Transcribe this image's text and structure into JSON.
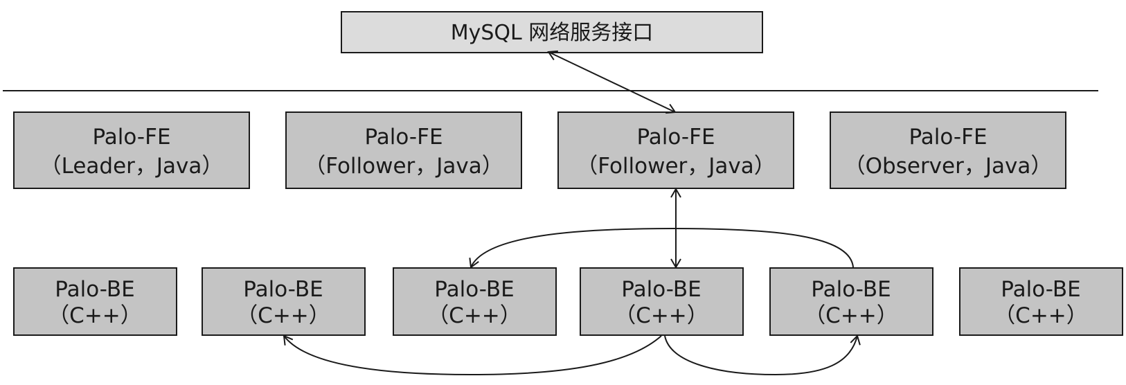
{
  "interface": {
    "label": "MySQL 网络服务接口"
  },
  "frontends": [
    {
      "name": "Palo-FE",
      "role": "（Leader，Java）"
    },
    {
      "name": "Palo-FE",
      "role": "（Follower，Java）"
    },
    {
      "name": "Palo-FE",
      "role": "（Follower，Java）"
    },
    {
      "name": "Palo-FE",
      "role": "（Observer，Java）"
    }
  ],
  "backends": [
    {
      "name": "Palo-BE",
      "role": "（C++）"
    },
    {
      "name": "Palo-BE",
      "role": "（C++）"
    },
    {
      "name": "Palo-BE",
      "role": "（C++）"
    },
    {
      "name": "Palo-BE",
      "role": "（C++）"
    },
    {
      "name": "Palo-BE",
      "role": "（C++）"
    },
    {
      "name": "Palo-BE",
      "role": "（C++）"
    }
  ],
  "colors": {
    "interface_fill": "#dcdcdc",
    "node_fill": "#c4c4c4",
    "stroke": "#1a1a1a"
  }
}
